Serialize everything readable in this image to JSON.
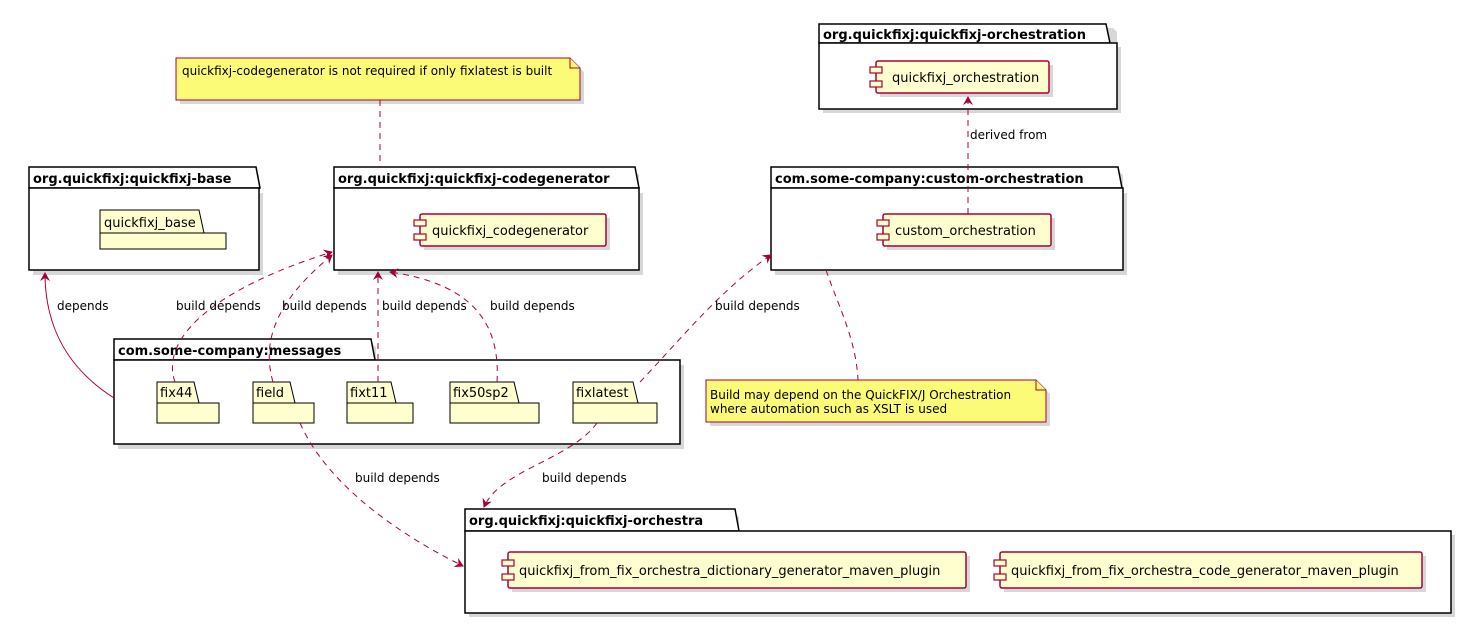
{
  "packages": {
    "orchestration": "org.quickfixj:quickfixj-orchestration",
    "base": "org.quickfixj:quickfixj-base",
    "codegenerator": "org.quickfixj:quickfixj-codegenerator",
    "custom_orchestration": "com.some-company:custom-orchestration",
    "messages": "com.some-company:messages",
    "orchestra": "org.quickfixj:quickfixj-orchestra"
  },
  "components": {
    "quickfixj_orchestration": "quickfixj_orchestration",
    "quickfixj_codegenerator": "quickfixj_codegenerator",
    "custom_orchestration": "custom_orchestration",
    "dictionary_generator": "quickfixj_from_fix_orchestra_dictionary_generator_maven_plugin",
    "code_generator": "quickfixj_from_fix_orchestra_code_generator_maven_plugin"
  },
  "folders": {
    "quickfixj_base": "quickfixj_base",
    "fix44": "fix44",
    "field": "field",
    "fixt11": "fixt11",
    "fix50sp2": "fix50sp2",
    "fixlatest": "fixlatest"
  },
  "notes": {
    "codegen_note": "quickfixj-codegenerator is not required if only fixlatest is built",
    "orchestration_note_line1": "Build may depend on the QuickFIX/J Orchestration",
    "orchestration_note_line2": "where automation such as XSLT is used"
  },
  "edge_labels": {
    "derived_from": "derived from",
    "depends": "depends",
    "fix44_build_depends": "build depends",
    "field_build_depends": "build depends",
    "fixt11_build_depends": "build depends",
    "fix50sp2_build_depends": "build depends",
    "fixlatest_build_depends": "build depends",
    "field_orchestra_build_depends": "build depends",
    "fixlatest_orchestra_build_depends": "build depends"
  },
  "colors": {
    "component_fill": "#FEFECE",
    "border_accent": "#A80036",
    "note_fill": "#FBFB77"
  }
}
